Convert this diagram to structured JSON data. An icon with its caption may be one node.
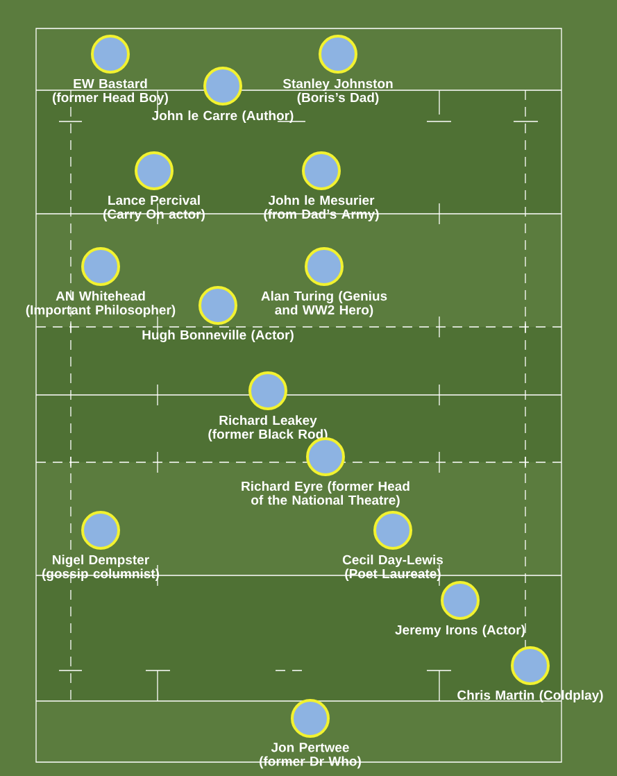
{
  "diagram": {
    "nodes": [
      {
        "text": [],
        "shape": "circle",
        "beside": [
          "EW Bastard (former Head Boy)"
        ]
      },
      {
        "text": [],
        "shape": "circle",
        "beside": [
          "Stanley Johnston (Boris’s Dad)"
        ]
      },
      {
        "text": [],
        "shape": "circle",
        "beside": [
          "John le Carre (Author)"
        ]
      },
      {
        "text": [],
        "shape": "circle",
        "beside": [
          "Lance Percival (Carry On actor)"
        ]
      },
      {
        "text": [],
        "shape": "circle",
        "beside": [
          "John le Mesurier (from Dad’s Army)"
        ]
      },
      {
        "text": [],
        "shape": "circle",
        "beside": [
          "AN Whitehead (Important Philosopher)"
        ]
      },
      {
        "text": [],
        "shape": "circle",
        "beside": [
          "Alan Turing (Genius and WW2 Hero)"
        ]
      },
      {
        "text": [],
        "shape": "circle",
        "beside": [
          "Hugh Bonneville (Actor)"
        ]
      },
      {
        "text": [],
        "shape": "circle",
        "beside": [
          "Richard Leakey (former Black Rod)"
        ]
      },
      {
        "text": [],
        "shape": "circle",
        "beside": [
          "Richard Eyre (former Head of the National Theatre)"
        ]
      },
      {
        "text": [],
        "shape": "circle",
        "beside": [
          "Nigel Dempster (gossip columnist)"
        ]
      },
      {
        "text": [],
        "shape": "circle",
        "beside": [
          "Cecil Day-Lewis (Poet Laureate)"
        ]
      },
      {
        "text": [],
        "shape": "circle",
        "beside": [
          "Jeremy Irons (Actor)"
        ]
      },
      {
        "text": [],
        "shape": "circle",
        "beside": [
          "Chris Martin (Coldplay)"
        ]
      },
      {
        "text": [],
        "shape": "circle",
        "beside": [
          "Jon Pertwee (former Dr Who)"
        ]
      }
    ]
  }
}
